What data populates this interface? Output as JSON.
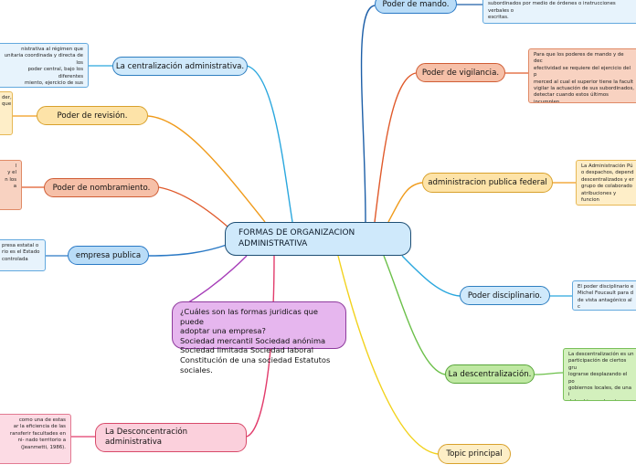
{
  "center": {
    "title": "FORMAS DE ORGANIZACION\nADMINISTRATIVA"
  },
  "left_topics": {
    "centralizacion": "La centralización administrativa.",
    "revision": "Poder de revisión.",
    "nombramiento": "Poder de nombramiento.",
    "empresa_publica": "empresa publica",
    "empresa_question": "¿Cuáles son las formas juridicas que puede\nadoptar una empresa?\nSociedad mercantil Sociedad anónima\nSociedad limitada Sociedad laboral\nConstitución de una sociedad Estatutos\nsociales.",
    "desconcentracion": "La Desconcentración\nadministrativa"
  },
  "right_topics": {
    "mando": "Poder de mando.",
    "vigilancia": "Poder de vigilancia.",
    "federal": "administracion publica federal",
    "disciplinario": "Poder disciplinario.",
    "descentralizacion": "La descentralización.",
    "topic_principal": "Topic principal"
  },
  "notes": {
    "centralizacion": "nistrativa al régimen que\nunitaria coordinada y directa de los\npoder central, bajo los diferentes\nmiento, ejercicio de sus funciones y\ner las necesidades públicas.\"",
    "revision": "der,\nque",
    "nombramiento": "l\ny el\nn los\na",
    "empresa_publica": "presa estatal o\nrio es el Estado\ncontrolada",
    "desconcentracion": "como una de estas\nar la eficiencia de las\nransferir facultades en\nni- nado territorio a\n(Jeanmetti, 1986).",
    "mando": "jerárquico de dirigir e impulsar la actividad de los\nsubordinados por medio de órdenes o instrucciones verbales o\nescritas.",
    "vigilancia": "Para que los poderes de mando y de dec\nefectividad se requiere del ejercicio del p\nmerced al cual el superior tiene la facult\nvigilar la actuación de sus subordinados,\ndetectar cuando estos últimos incumplen\ndecisiones",
    "federal": "La Administración Pú\no despachos, depend\ndescentralizados y er\ngrupo de colaborado\natribuciones y funcion",
    "disciplinario": "El poder disciplinario e\nMichel Foucault para d\nde vista antagónico al c",
    "descentralizacion": "La descentralización es un\nparticipación de ciertos gru\nlograrse desplazando el po\ngobiernos locales, de una i\ndel gobierno al sector priva\npoder sino su ubicación."
  },
  "colors": {
    "blue_branch": "#2aa7de",
    "orange_branch": "#f09b1b",
    "red_branch": "#e05a2b",
    "purple_branch": "#a63db8",
    "pink_branch": "#e23c6c",
    "yellow_branch": "#f2d21d",
    "green_branch": "#6cc04a",
    "navy_branch": "#1d5fa8"
  }
}
